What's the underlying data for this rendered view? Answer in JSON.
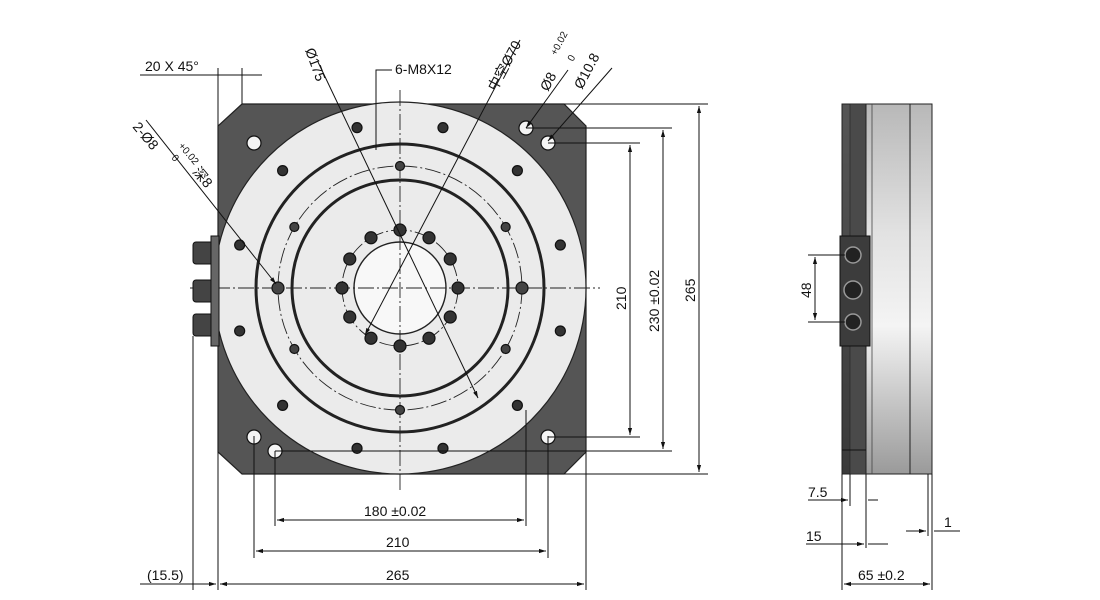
{
  "drawing": {
    "front_view": {
      "chamfer": "20 X 45°",
      "pcd_outer": "Ø175",
      "hollow": "中空Ø70",
      "tapped_holes": "6-M8X12",
      "pin_hole_label_count": "2-Ø8",
      "pin_hole_tol_upper": "+0.02",
      "pin_hole_tol_lower": "0",
      "pin_hole_depth": "深8",
      "dowel": "Ø8",
      "dowel_tol_upper": "+0.02",
      "dowel_tol_lower": "0",
      "counterbore": "Ø10.8",
      "dim_180": "180 ±0.02",
      "dim_210_h": "210",
      "dim_265_h": "265",
      "dim_15_5": "(15.5)",
      "dim_210_v": "210",
      "dim_230_v": "230 ±0.02",
      "dim_265_v": "265"
    },
    "side_view": {
      "dim_48": "48",
      "dim_7_5": "7.5",
      "dim_15": "15",
      "dim_1": "1",
      "dim_65": "65 ±0.2"
    }
  }
}
